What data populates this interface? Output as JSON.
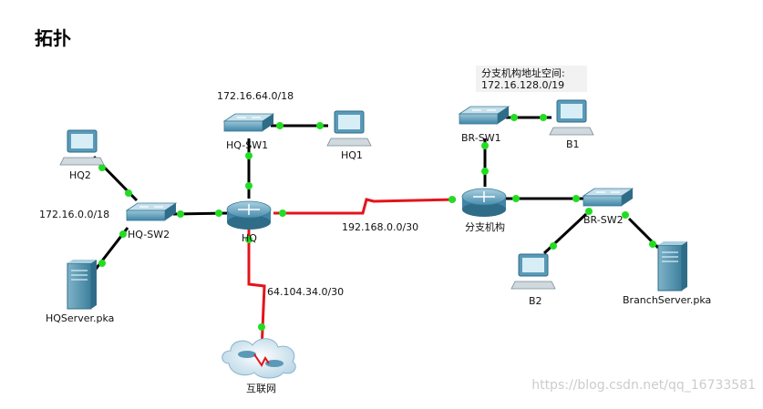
{
  "page": {
    "heading": "拓扑"
  },
  "devices": {
    "hq_router": {
      "label": "HQ"
    },
    "hq_sw1": {
      "label": "HQ-SW1"
    },
    "hq_sw2": {
      "label": "HQ-SW2"
    },
    "hq1": {
      "label": "HQ1"
    },
    "hq2": {
      "label": "HQ2"
    },
    "hq_server": {
      "label": "HQServer.pka"
    },
    "branch_router": {
      "label": "分支机构"
    },
    "br_sw1": {
      "label": "BR-SW1"
    },
    "br_sw2": {
      "label": "BR-SW2"
    },
    "b1": {
      "label": "B1"
    },
    "b2": {
      "label": "B2"
    },
    "branch_server": {
      "label": "BranchServer.pka"
    },
    "internet": {
      "label": "互联网"
    }
  },
  "networks": {
    "hq_sw1_net": "172.16.64.0/18",
    "hq_sw2_net": "172.16.0.0/18",
    "wan_link": "192.168.0.0/30",
    "isp_link": "64.104.34.0/30",
    "branch_note_title": "分支机构地址空间:",
    "branch_note_value": "172.16.128.0/19"
  },
  "colors": {
    "link": "#000000",
    "wan": "#e3141c",
    "port": "#22dd22",
    "device": "#4a8fb0"
  },
  "watermark": "https://blog.csdn.net/qq_16733581"
}
